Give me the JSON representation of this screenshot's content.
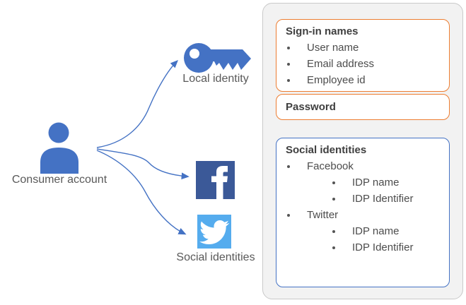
{
  "colors": {
    "blue": "#4472C4",
    "facebook_blue": "#3B5998",
    "twitter_blue": "#55ACEE",
    "orange_border": "#ED7D31",
    "panel_bg": "#F2F2F2",
    "panel_border": "#C9C9C9",
    "heading_text": "#3F3F3F",
    "body_text": "#4C4C4C",
    "label_text": "#595959"
  },
  "nodes": {
    "consumer_account": {
      "label": "Consumer account",
      "icon": "person-icon"
    },
    "local_identity": {
      "label": "Local identity",
      "icon": "key-icon"
    },
    "social_identities": {
      "label": "Social identities",
      "icons": [
        "facebook-icon",
        "twitter-icon"
      ]
    }
  },
  "panel": {
    "signin_box": {
      "title": "Sign-in names",
      "items": [
        "User name",
        "Email address",
        "Employee id"
      ]
    },
    "password_box": {
      "title": "Password"
    },
    "social_box": {
      "title": "Social identities",
      "providers": [
        {
          "name": "Facebook",
          "items": [
            "IDP name",
            "IDP Identifier"
          ]
        },
        {
          "name": "Twitter",
          "items": [
            "IDP name",
            "IDP Identifier"
          ]
        }
      ]
    }
  }
}
